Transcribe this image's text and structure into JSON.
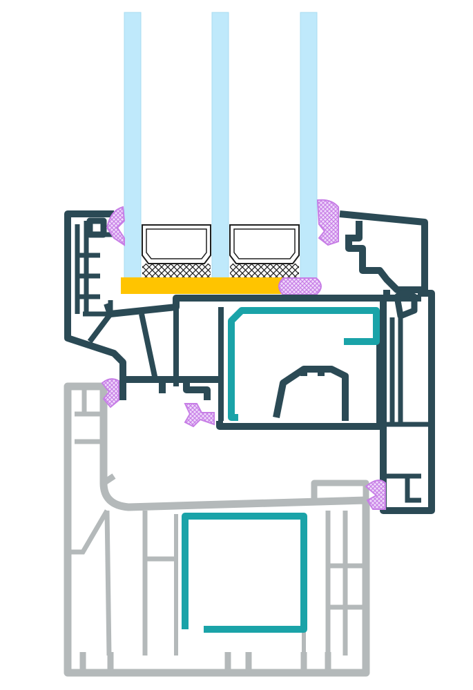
{
  "diagram": {
    "subject": "",
    "colors": {
      "background": "#ffffff",
      "glass": "#bfe9fb",
      "glass_edge": "#a9dcf2",
      "sash_profile": "#2b4a55",
      "frame_profile": "#b4b9ba",
      "steel_reinforcement": "#1aa3a8",
      "gasket": "#c77ee6",
      "gasket_fill": "#efd9fb",
      "glazing_bead_tape": "#ffc400",
      "spacer_stroke": "#1e1e1e",
      "desiccant": "#1e1e1e"
    },
    "parts": [
      {
        "id": "glass-pane-1",
        "icon": "glass-pane-icon"
      },
      {
        "id": "glass-pane-2",
        "icon": "glass-pane-icon"
      },
      {
        "id": "glass-pane-3",
        "icon": "glass-pane-icon"
      },
      {
        "id": "spacer-left",
        "icon": "spacer-icon"
      },
      {
        "id": "spacer-right",
        "icon": "spacer-icon"
      },
      {
        "id": "setting-block",
        "icon": "setting-block-icon"
      },
      {
        "id": "sash-profile",
        "icon": "sash-profile-icon"
      },
      {
        "id": "frame-profile",
        "icon": "frame-profile-icon"
      },
      {
        "id": "sash-reinforcement",
        "icon": "steel-reinforcement-icon"
      },
      {
        "id": "frame-reinforcement",
        "icon": "steel-reinforcement-icon"
      },
      {
        "id": "gaskets",
        "icon": "gasket-icon"
      }
    ]
  }
}
